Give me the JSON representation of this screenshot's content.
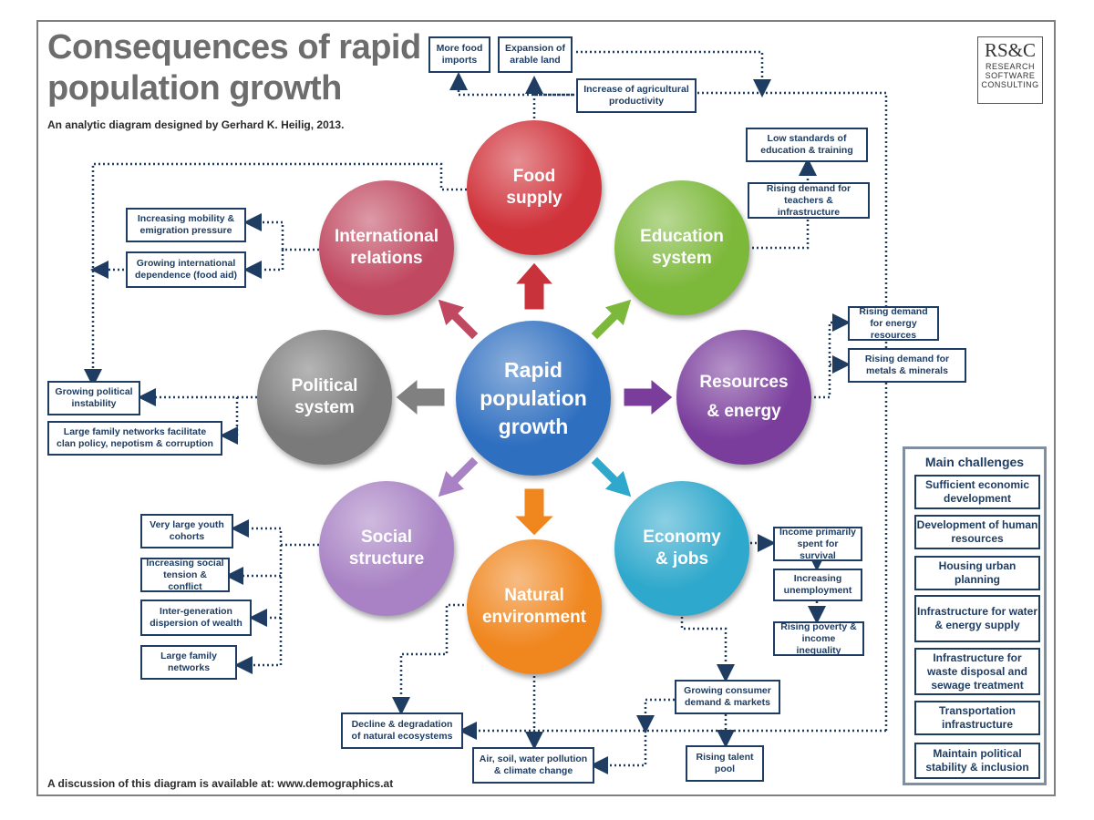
{
  "header": {
    "title": "Consequences of rapid population growth",
    "subtitle": "An analytic diagram designed by Gerhard K. Heilig, 2013.",
    "footer": "A discussion of this diagram is available at: www.demographics.at"
  },
  "logo": {
    "mark": "RS&C",
    "line1": "RESEARCH",
    "line2": "SOFTWARE",
    "line3": "CONSULTING"
  },
  "center": {
    "label": "Rapid\npopulation\ngrowth",
    "color": "#2f6fc0"
  },
  "circles": {
    "food": {
      "label": "Food\nsupply",
      "color": "#d0323a"
    },
    "education": {
      "label": "Education\nsystem",
      "color": "#7cb83a"
    },
    "resources": {
      "label": "Resources\n& energy",
      "color": "#7a3d9c"
    },
    "economy": {
      "label": "Economy\n& jobs",
      "color": "#2ea8cc"
    },
    "natural": {
      "label": "Natural\nenvironment",
      "color": "#f0861e"
    },
    "social": {
      "label": "Social\nstructure",
      "color": "#a882c4"
    },
    "political": {
      "label": "Political\nsystem",
      "color": "#7a7a7a"
    },
    "international": {
      "label": "International\nrelations",
      "color": "#c04860"
    }
  },
  "boxes": {
    "more_food": "More food imports",
    "expansion": "Expansion of arable land",
    "productivity": "Increase of agricultural productivity",
    "low_standards": "Low standards of education & training",
    "rising_teachers": "Rising demand for teachers & infrastructure",
    "energy_resources": "Rising demand for energy resources",
    "metals": "Rising demand for metals & minerals",
    "income_survival": "Income primarily spent for survival",
    "unemployment": "Increasing unemployment",
    "poverty": "Rising poverty & income inequality",
    "consumer": "Growing consumer demand & markets",
    "talent": "Rising talent pool",
    "pollution": "Air, soil, water pollution & climate change",
    "decline": "Decline & degradation of natural ecosystems",
    "youth": "Very large youth cohorts",
    "tension": "Increasing social tension & conflict",
    "intergen": "Inter-generation dispersion of wealth",
    "family": "Large family networks",
    "instability": "Growing political instability",
    "clan": "Large family networks facilitate clan policy, nepotism & corruption",
    "mobility": "Increasing mobility & emigration pressure",
    "dependence": "Growing international dependence  (food aid)"
  },
  "challenges": {
    "title": "Main challenges",
    "items": [
      "Sufficient economic development",
      "Development of human resources",
      "Housing urban planning",
      "Infrastructure for water & energy supply",
      "Infrastructure for waste disposal and sewage treatment",
      "Transportation infrastructure",
      "Maintain political stability & inclusion"
    ]
  }
}
